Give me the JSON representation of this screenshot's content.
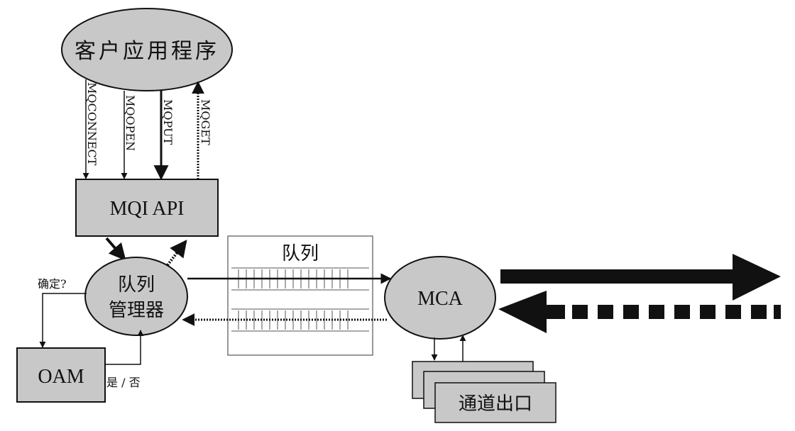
{
  "nodes": {
    "client_app": "客户应用程序",
    "mqi_api": "MQI API",
    "queue_manager_line1": "队列",
    "queue_manager_line2": "管理器",
    "queue": "队列",
    "mca": "MCA",
    "oam": "OAM",
    "channel_exit": "通道出口"
  },
  "api_calls": [
    "MQCONNECT",
    "MQOPEN",
    "MQPUT",
    "MQGET"
  ],
  "labels": {
    "confirm": "确定?",
    "yes_no": "是 / 否"
  },
  "colors": {
    "fill": "#c8c8c8",
    "stroke": "#111111"
  }
}
